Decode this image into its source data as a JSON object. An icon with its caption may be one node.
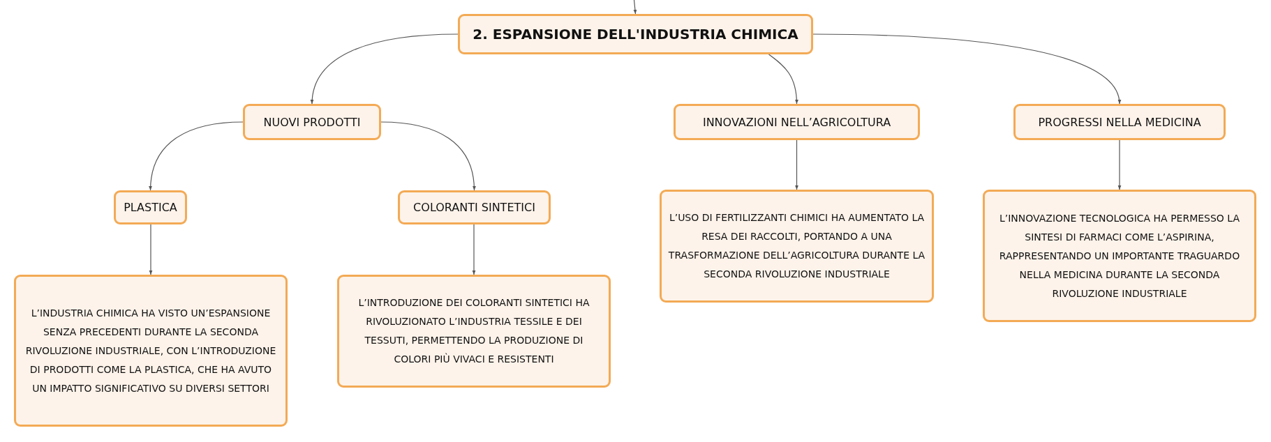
{
  "diagram": {
    "nodes": [
      {
        "text": [
          "2. ESPANSIONE DELL'INDUSTRIA CHIMICA"
        ]
      },
      {
        "text": [
          "NUOVI PRODOTTI"
        ]
      },
      {
        "text": [
          "INNOVAZIONI NELL’AGRICOLTURA"
        ]
      },
      {
        "text": [
          "PROGRESSI NELLA MEDICINA"
        ]
      },
      {
        "text": [
          "PLASTICA"
        ]
      },
      {
        "text": [
          "COLORANTI SINTETICI"
        ]
      },
      {
        "text": [
          "L’INDUSTRIA CHIMICA HA VISTO UN’ESPANSIONE SENZA PRECEDENTI DURANTE LA SECONDA RIVOLUZIONE INDUSTRIALE, CON L’INTRODUZIONE DI PRODOTTI COME LA PLASTICA, CHE HA AVUTO UN IMPATTO SIGNIFICATIVO SU DIVERSI SETTORI"
        ]
      },
      {
        "text": [
          "L’INTRODUZIONE DEI COLORANTI SINTETICI HA RIVOLUZIONATO L’INDUSTRIA TESSILE E DEI TESSUTI, PERMETTENDO LA PRODUZIONE DI COLORI PIÙ VIVACI E RESISTENTI"
        ]
      },
      {
        "text": [
          "L’USO DI FERTILIZZANTI CHIMICI HA AUMENTATO LA RESA DEI RACCOLTI, PORTANDO A UNA TRASFORMAZIONE DELL’AGRICOLTURA DURANTE LA SECONDA RIVOLUZIONE INDUSTRIALE"
        ]
      },
      {
        "text": [
          "L’INNOVAZIONE TECNOLOGICA HA PERMESSO LA SINTESI DI FARMACI COME L’ASPIRINA, RAPPRESENTANDO UN IMPORTANTE TRAGUARDO NELLA MEDICINA DURANTE LA SECONDA RIVOLUZIONE INDUSTRIALE"
        ]
      }
    ],
    "edges": [
      {
        "from": null,
        "to": 0,
        "arrow": "to"
      },
      {
        "from": 0,
        "to": 1,
        "arrow": "to"
      },
      {
        "from": 0,
        "to": 2,
        "arrow": "to"
      },
      {
        "from": 0,
        "to": 3,
        "arrow": "to"
      },
      {
        "from": 1,
        "to": 4,
        "arrow": "to"
      },
      {
        "from": 1,
        "to": 5,
        "arrow": "to"
      },
      {
        "from": 2,
        "to": 8,
        "arrow": "to"
      },
      {
        "from": 3,
        "to": 9,
        "arrow": "to"
      },
      {
        "from": 4,
        "to": 6,
        "arrow": "to"
      },
      {
        "from": 5,
        "to": 7,
        "arrow": "to"
      }
    ]
  }
}
